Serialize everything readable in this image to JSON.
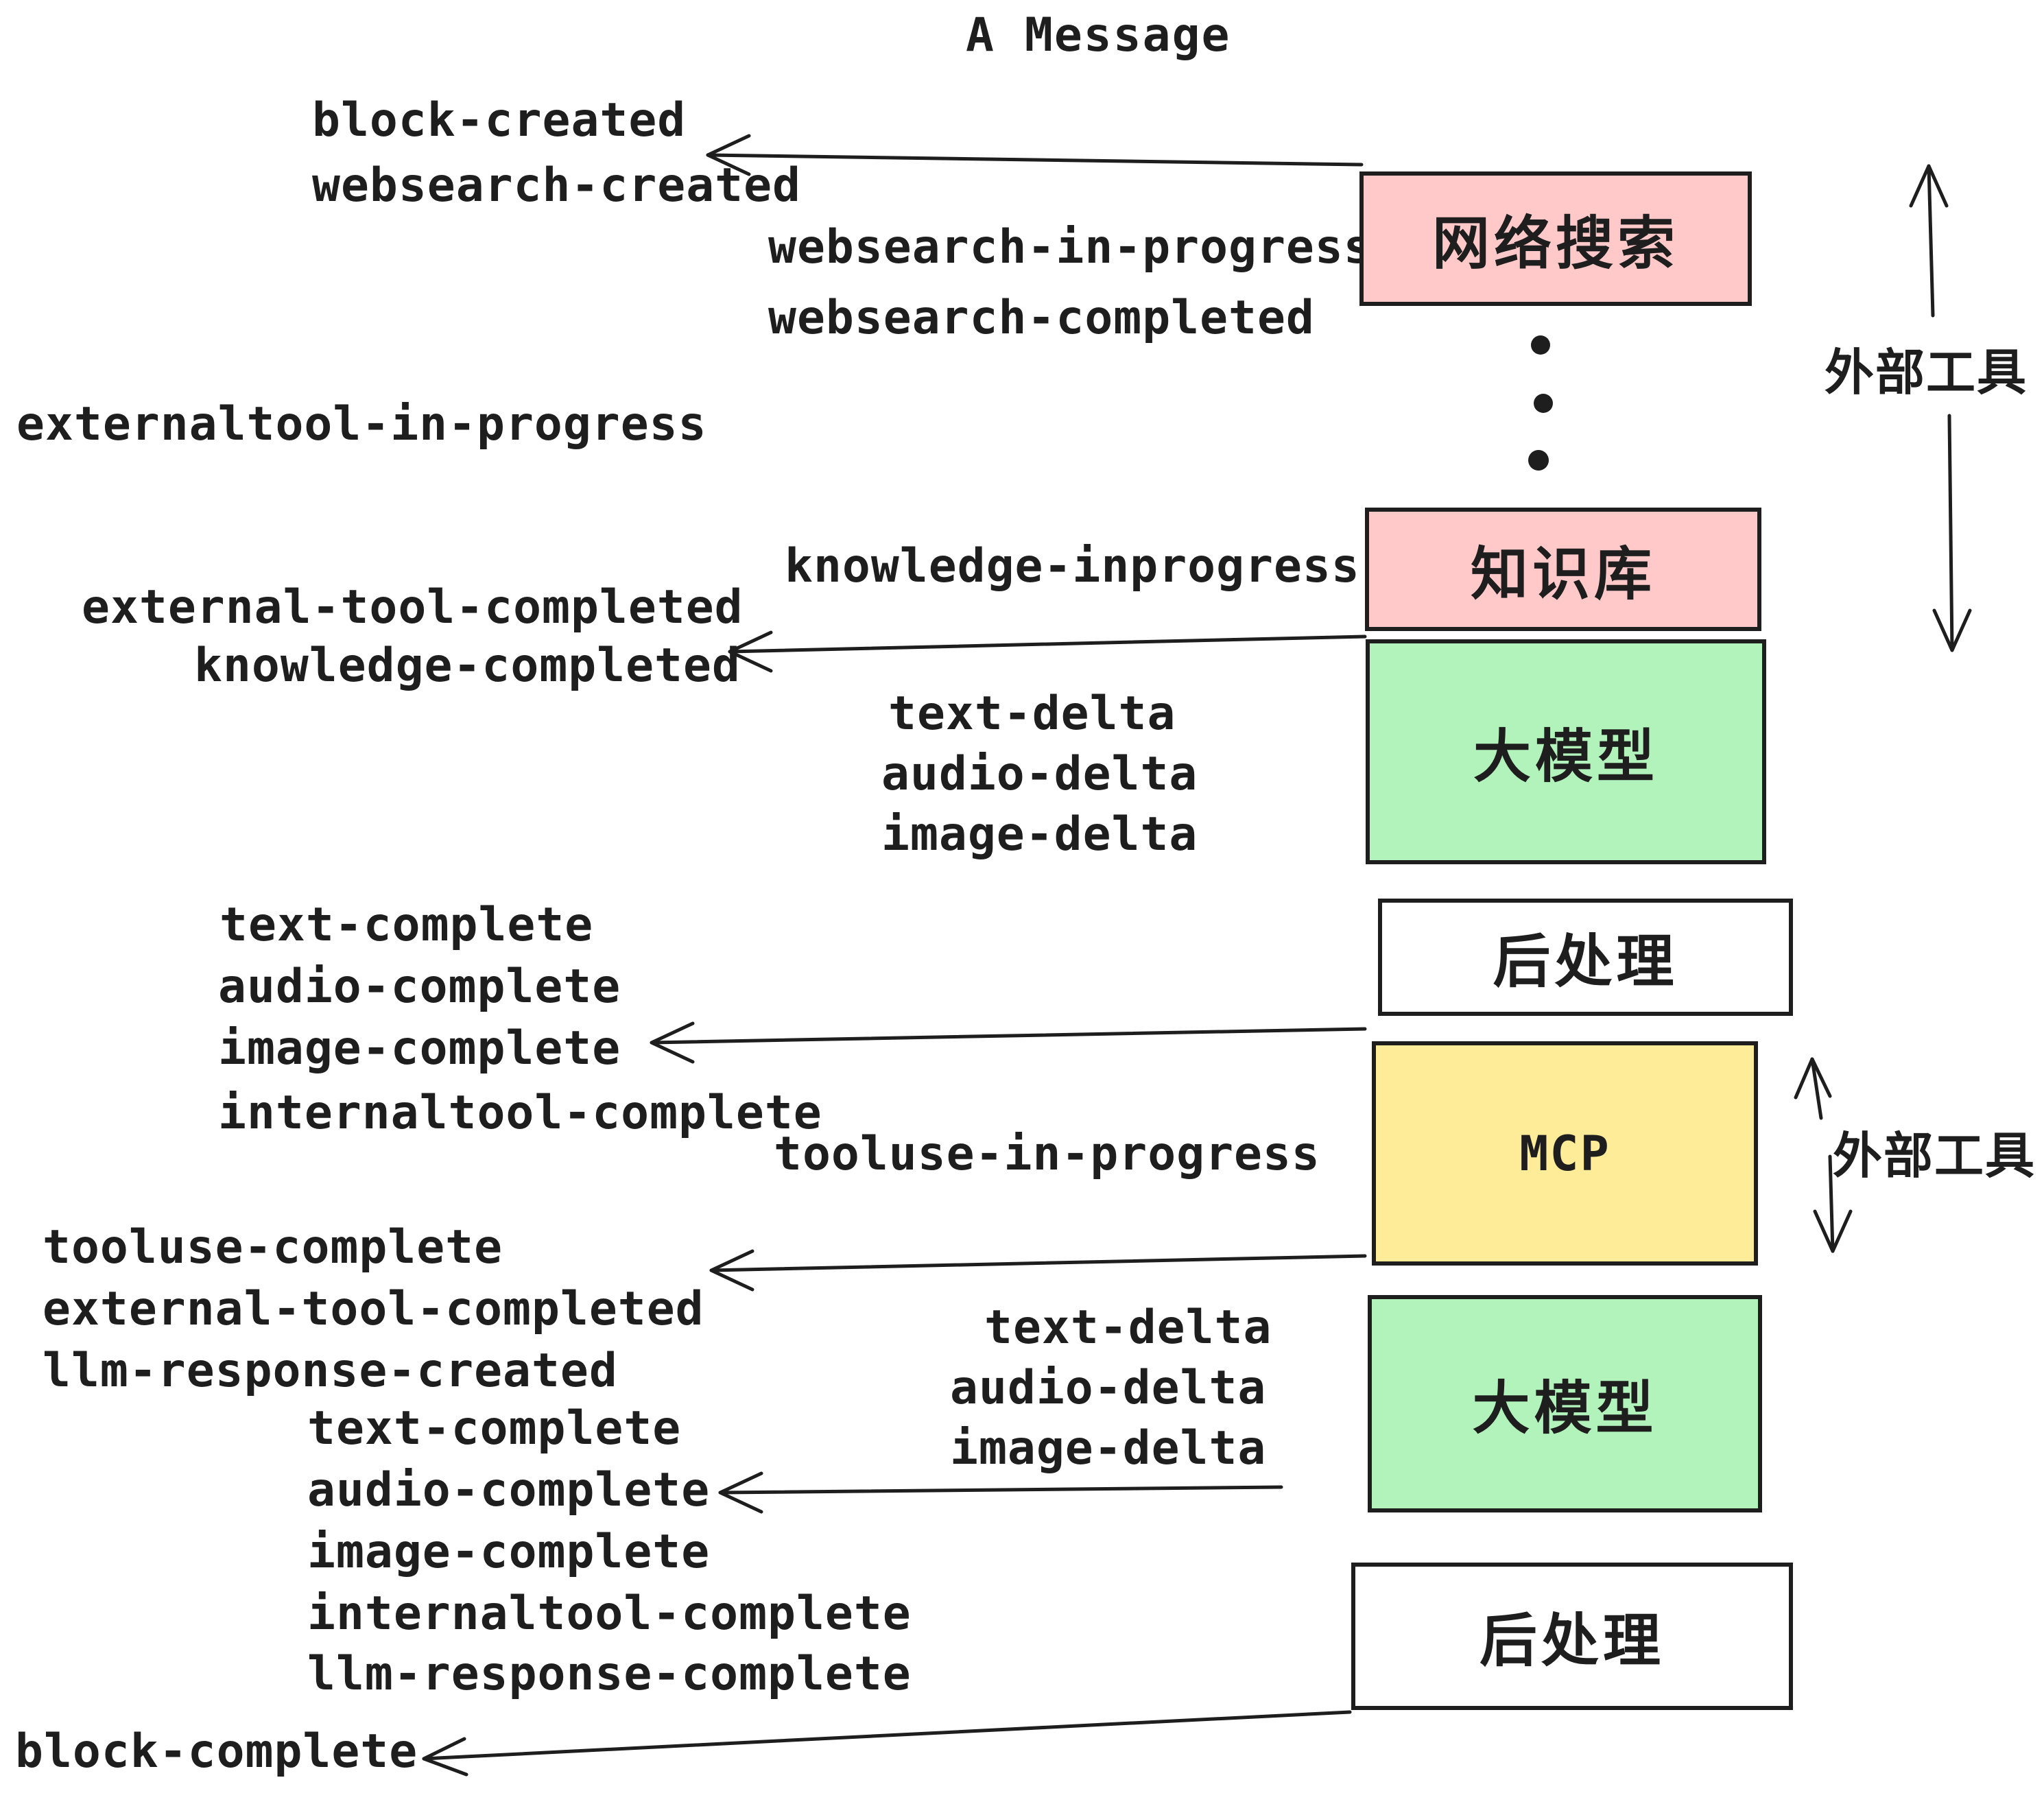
{
  "title": "A Message",
  "colors": {
    "box_pink": "#ffc9c9",
    "box_green": "#b2f2bb",
    "box_yellow": "#ffec99",
    "box_white": "#ffffff",
    "ink": "#1e1e1e",
    "background": "#ffffff"
  },
  "boxes": {
    "websearch": "网络搜索",
    "knowledge": "知识库",
    "llm_top": "大模型",
    "post_top": "后处理",
    "mcp": "MCP",
    "llm_bottom": "大模型",
    "post_bottom": "后处理"
  },
  "side_labels": {
    "external_tools_top": "外部工具",
    "external_tools_mid": "外部工具"
  },
  "events": {
    "block_created": "block-created",
    "websearch_created": "websearch-created",
    "websearch_in_progress": "websearch-in-progress",
    "websearch_completed": "websearch-completed",
    "externaltool_in_progress": "externaltool-in-progress",
    "knowledge_inprogress": "knowledge-inprogress",
    "external_tool_completed_top": "external-tool-completed",
    "knowledge_completed": "knowledge-completed",
    "text_delta_top": "text-delta",
    "audio_delta_top": "audio-delta",
    "image_delta_top": "image-delta",
    "text_complete_mid": "text-complete",
    "audio_complete_mid": "audio-complete",
    "image_complete_mid": "image-complete",
    "internaltool_complete_mid": "internaltool-complete",
    "tooluse_in_progress": "tooluse-in-progress",
    "tooluse_complete": "tooluse-complete",
    "external_tool_completed_bottom": "external-tool-completed",
    "llm_response_created": "llm-response-created",
    "text_delta_bottom": "text-delta",
    "audio_delta_bottom": "audio-delta",
    "image_delta_bottom": "image-delta",
    "text_complete_bottom": "text-complete",
    "audio_complete_bottom": "audio-complete",
    "image_complete_bottom": "image-complete",
    "internaltool_complete_bottom": "internaltool-complete",
    "llm_response_complete": "llm-response-complete",
    "block_complete": "block-complete"
  }
}
